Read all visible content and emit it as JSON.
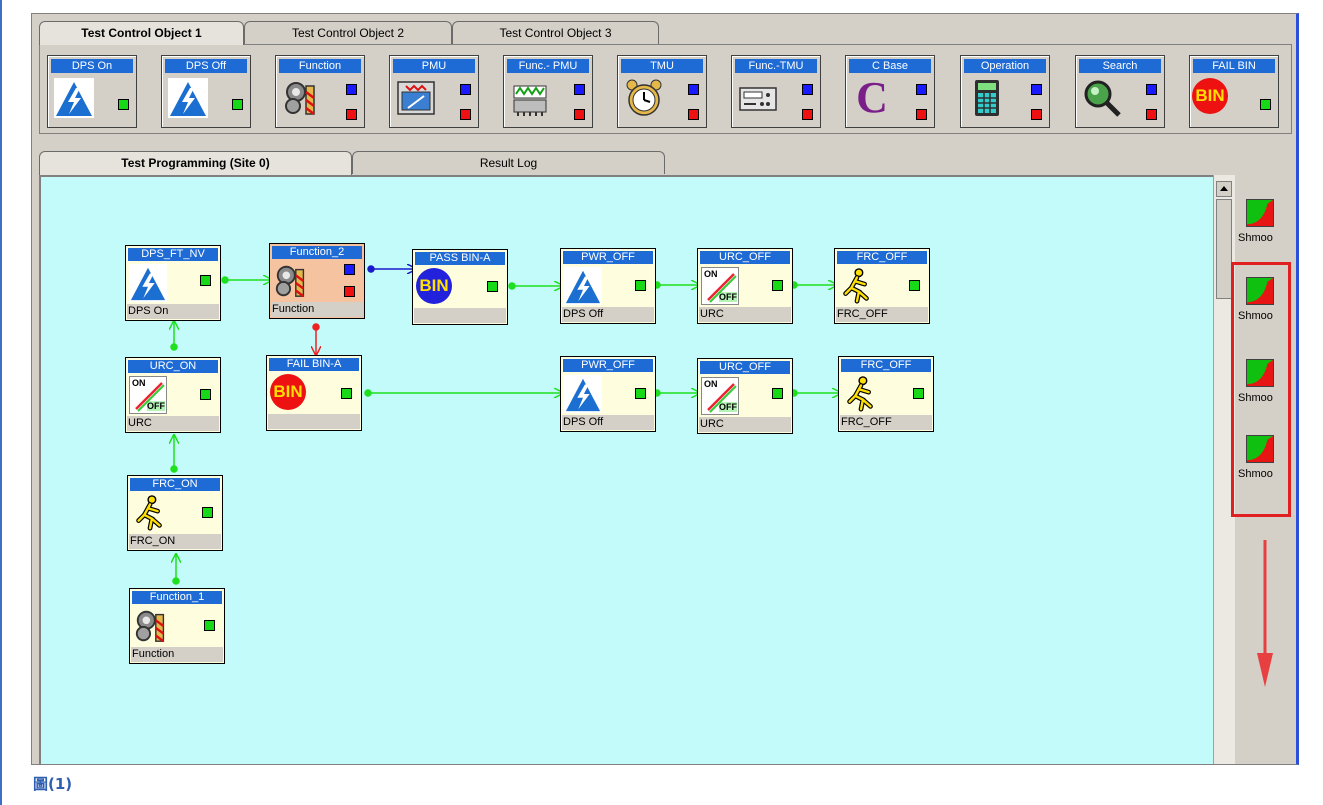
{
  "top_tabs": [
    {
      "label": "Test Control Object 1",
      "active": true
    },
    {
      "label": "Test Control Object 2",
      "active": false
    },
    {
      "label": "Test Control Object 3",
      "active": false
    }
  ],
  "toolbar": [
    {
      "label": "DPS On",
      "icon": "lightning-icon"
    },
    {
      "label": "DPS Off",
      "icon": "lightning-icon"
    },
    {
      "label": "Function",
      "icon": "gear-icon"
    },
    {
      "label": "PMU",
      "icon": "meter-icon"
    },
    {
      "label": "Func.- PMU",
      "icon": "chip-icon"
    },
    {
      "label": "TMU",
      "icon": "alarm-clock-icon"
    },
    {
      "label": "Func.-TMU",
      "icon": "panel-icon"
    },
    {
      "label": "C Base",
      "icon": "c-letter-icon"
    },
    {
      "label": "Operation",
      "icon": "calculator-icon"
    },
    {
      "label": "Search",
      "icon": "magnifier-icon"
    },
    {
      "label": "FAIL BIN",
      "icon": "bin-icon"
    }
  ],
  "sub_tabs": [
    {
      "label": "Test Programming (Site 0)",
      "active": true
    },
    {
      "label": "Result Log",
      "active": false
    }
  ],
  "nodes": {
    "dps_ft_nv": {
      "title": "DPS_FT_NV",
      "footer": "DPS On"
    },
    "function_2": {
      "title": "Function_2",
      "footer": "Function"
    },
    "pass_bin_a": {
      "title": "PASS BIN-A",
      "footer": ""
    },
    "pwr_off_1": {
      "title": "PWR_OFF",
      "footer": "DPS Off"
    },
    "urc_off_1": {
      "title": "URC_OFF",
      "footer": "URC"
    },
    "frc_off_1": {
      "title": "FRC_OFF",
      "footer": "FRC_OFF"
    },
    "urc_on": {
      "title": "URC_ON",
      "footer": "URC"
    },
    "fail_bin_a": {
      "title": "FAIL BIN-A",
      "footer": ""
    },
    "pwr_off_2": {
      "title": "PWR_OFF",
      "footer": "DPS Off"
    },
    "urc_off_2": {
      "title": "URC_OFF",
      "footer": "URC"
    },
    "frc_off_2": {
      "title": "FRC_OFF",
      "footer": "FRC_OFF"
    },
    "frc_on": {
      "title": "FRC_ON",
      "footer": "FRC_ON"
    },
    "function_1": {
      "title": "Function_1",
      "footer": "Function"
    }
  },
  "icon_text": {
    "bin": "BIN",
    "on": "ON",
    "off": "OFF",
    "c": "C"
  },
  "side_panel": [
    "Shmoo",
    "Shmoo",
    "Shmoo",
    "Shmoo"
  ],
  "caption": "圖(1)",
  "colors": {
    "title_blue": "#1e6bd6",
    "canvas": "#c3fbfb",
    "link_green": "#1ee01e",
    "link_blue": "#1a1acc",
    "link_red": "#ee2222",
    "highlight": "#e02020"
  }
}
